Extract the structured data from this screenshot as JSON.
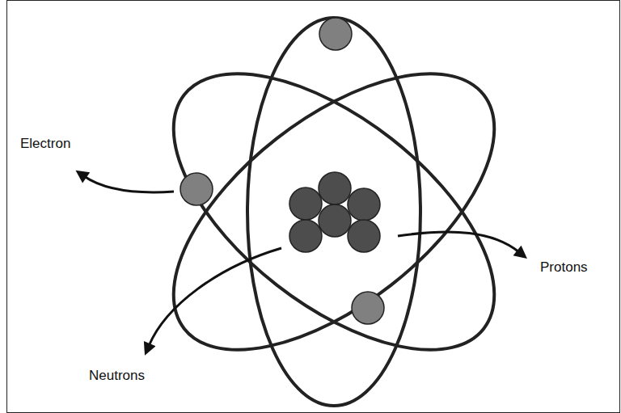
{
  "diagram": {
    "labels": [
      "Electron",
      "Protons",
      "Neutrons"
    ]
  }
}
